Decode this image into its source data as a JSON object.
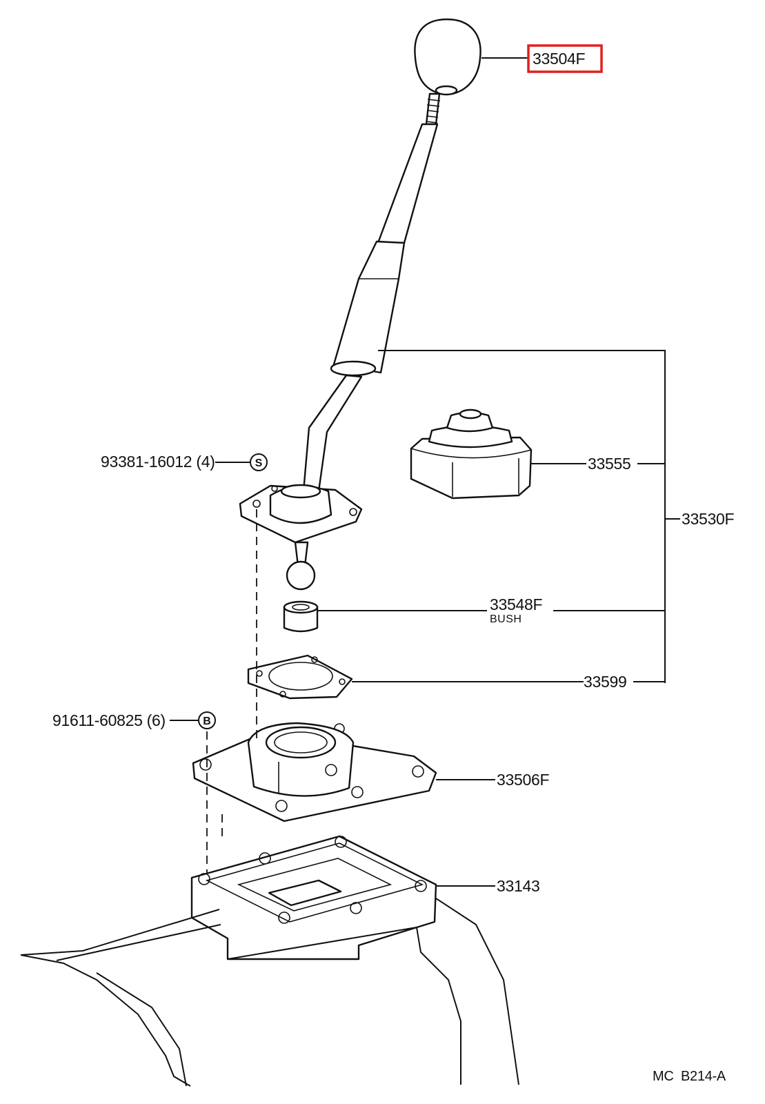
{
  "labels": {
    "knob": "33504F",
    "lever_assy": "33530F",
    "boot": "33555",
    "bush": "33548F",
    "bush_note": "BUSH",
    "gasket": "33599",
    "retainer": "33506F",
    "cover": "33143",
    "screw": "93381-16012 (4)",
    "bolt": "91611-60825 (6)",
    "screw_symbol": "S",
    "bolt_symbol": "B",
    "figure_code": "MC  B214-A"
  },
  "highlight": {
    "part": "33504F",
    "color": "#e0201e"
  }
}
